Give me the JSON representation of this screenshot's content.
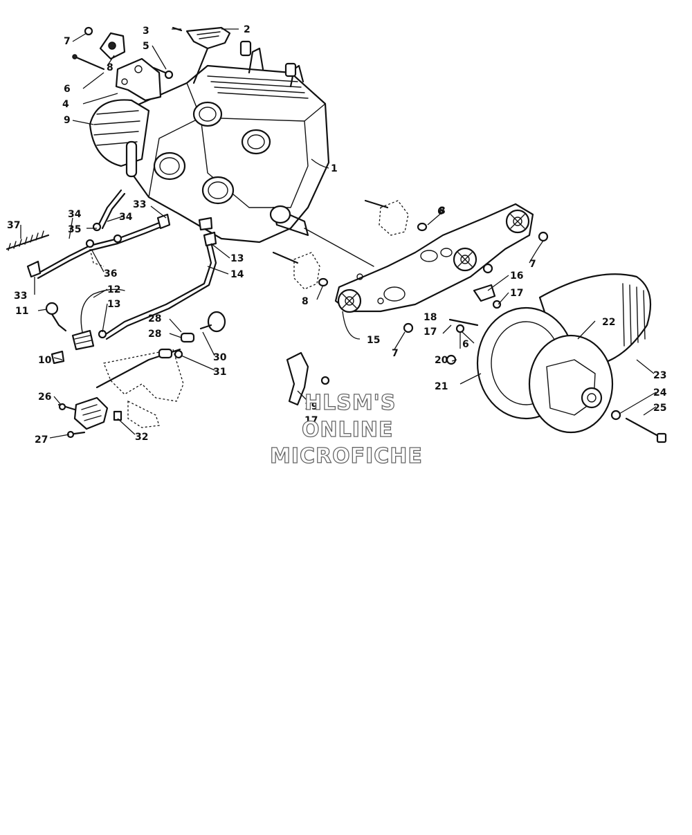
{
  "watermark": {
    "line1": "HLSM'S",
    "line2": "ONLINE",
    "line3": "MICROFICHE"
  },
  "callouts": [
    {
      "id": "c1",
      "text": "1"
    },
    {
      "id": "c2",
      "text": "2"
    },
    {
      "id": "c3",
      "text": "3"
    },
    {
      "id": "c4",
      "text": "4"
    },
    {
      "id": "c5",
      "text": "5"
    },
    {
      "id": "c6a",
      "text": "6"
    },
    {
      "id": "c7a",
      "text": "7"
    },
    {
      "id": "c8a",
      "text": "8"
    },
    {
      "id": "c9",
      "text": "9"
    },
    {
      "id": "c10",
      "text": "10"
    },
    {
      "id": "c11",
      "text": "11"
    },
    {
      "id": "c12",
      "text": "12"
    },
    {
      "id": "c13a",
      "text": "13"
    },
    {
      "id": "c13b",
      "text": "13"
    },
    {
      "id": "c14",
      "text": "14"
    },
    {
      "id": "c15",
      "text": "15"
    },
    {
      "id": "c16",
      "text": "16"
    },
    {
      "id": "c17a",
      "text": "17"
    },
    {
      "id": "c17b",
      "text": "17"
    },
    {
      "id": "c17c",
      "text": "17"
    },
    {
      "id": "c18",
      "text": "18"
    },
    {
      "id": "c19",
      "text": "19"
    },
    {
      "id": "c20",
      "text": "20"
    },
    {
      "id": "c21",
      "text": "21"
    },
    {
      "id": "c22",
      "text": "22"
    },
    {
      "id": "c23",
      "text": "23"
    },
    {
      "id": "c24",
      "text": "24"
    },
    {
      "id": "c25",
      "text": "25"
    },
    {
      "id": "c26",
      "text": "26"
    },
    {
      "id": "c27",
      "text": "27"
    },
    {
      "id": "c28a",
      "text": "28"
    },
    {
      "id": "c28b",
      "text": "28"
    },
    {
      "id": "c30",
      "text": "30"
    },
    {
      "id": "c31",
      "text": "31"
    },
    {
      "id": "c32",
      "text": "32"
    },
    {
      "id": "c33a",
      "text": "33"
    },
    {
      "id": "c33b",
      "text": "33"
    },
    {
      "id": "c34a",
      "text": "34"
    },
    {
      "id": "c34b",
      "text": "34"
    },
    {
      "id": "c35",
      "text": "35"
    },
    {
      "id": "c36",
      "text": "36"
    },
    {
      "id": "c37",
      "text": "37"
    },
    {
      "id": "c6b",
      "text": "6"
    },
    {
      "id": "c7b",
      "text": "7"
    },
    {
      "id": "c7c",
      "text": "7"
    },
    {
      "id": "c8b",
      "text": "8"
    },
    {
      "id": "c8c",
      "text": "8"
    },
    {
      "id": "c6c",
      "text": "6"
    }
  ]
}
